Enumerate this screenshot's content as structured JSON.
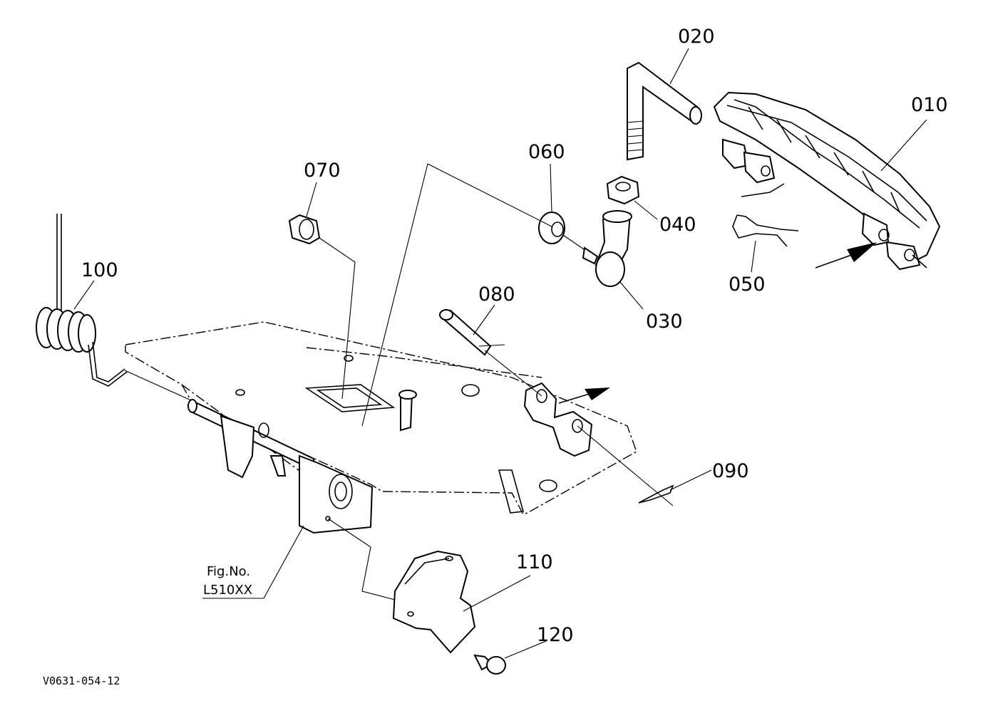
{
  "callouts": {
    "p010": "010",
    "p020": "020",
    "p030": "030",
    "p040": "040",
    "p050": "050",
    "p060": "060",
    "p070": "070",
    "p080": "080",
    "p090": "090",
    "p100": "100",
    "p110": "110",
    "p120": "120"
  },
  "reference": {
    "fig_label": "Fig.No.",
    "fig_number": "L510XX"
  },
  "drawing_code": "V0631-054-12"
}
